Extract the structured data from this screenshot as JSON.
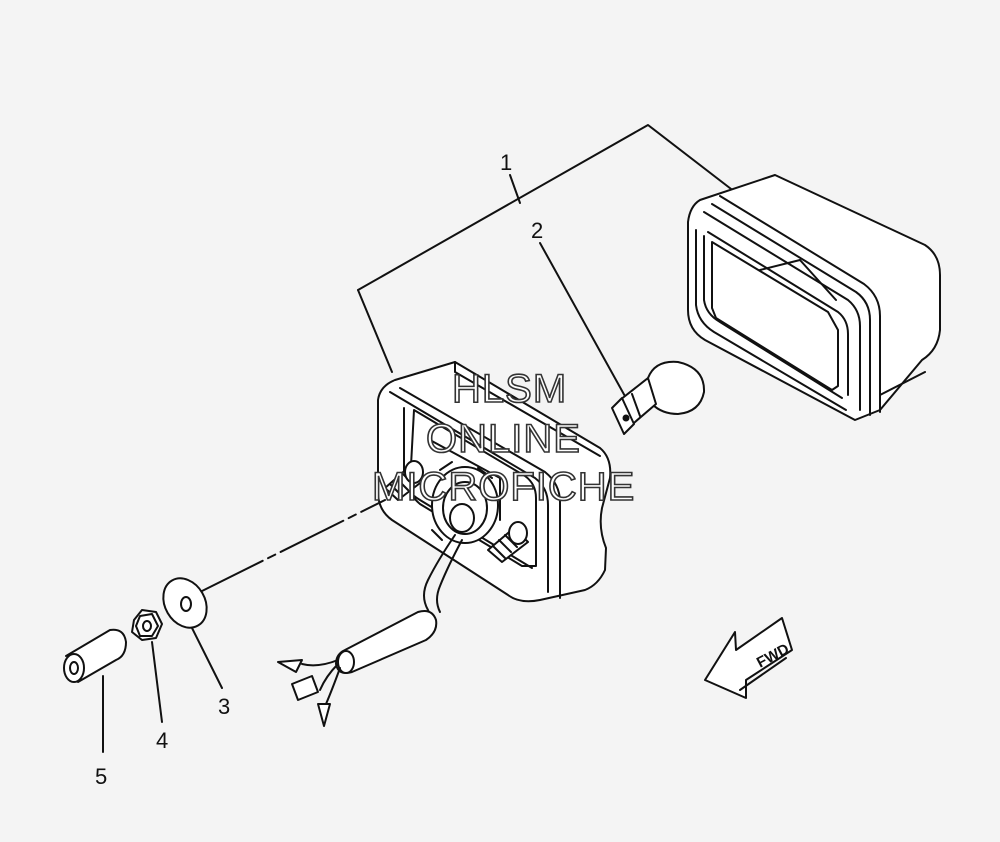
{
  "callouts": [
    {
      "id": "1",
      "label": "1"
    },
    {
      "id": "2",
      "label": "2"
    },
    {
      "id": "3",
      "label": "3"
    },
    {
      "id": "4",
      "label": "4"
    },
    {
      "id": "5",
      "label": "5"
    }
  ],
  "fwd_label": "FWD",
  "watermark": [
    "HLSM",
    "ONLINE",
    "MICROFICHE"
  ],
  "colors": {
    "line": "#111111",
    "background": "#f4f4f4",
    "fill": "#ffffff"
  }
}
